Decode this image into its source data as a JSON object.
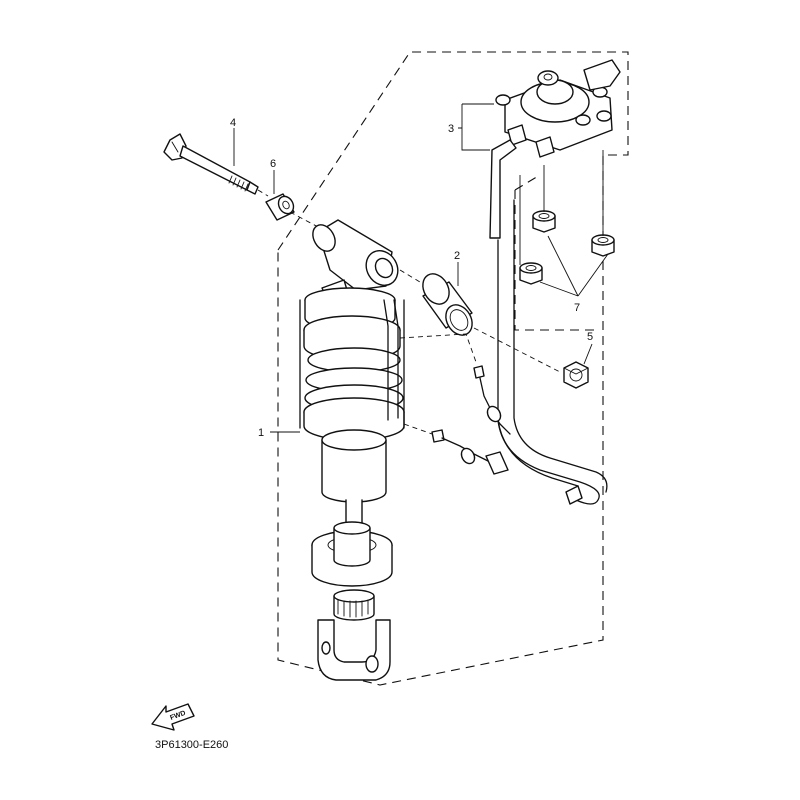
{
  "callouts": {
    "shock_absorber": "1",
    "collar": "2",
    "adjuster_assembly": "3",
    "bolt": "4",
    "nut_5": "5",
    "spacer": "6",
    "nut_7": "7"
  },
  "fwd_label": "FWD",
  "diagram_code": "3P61300-E260"
}
